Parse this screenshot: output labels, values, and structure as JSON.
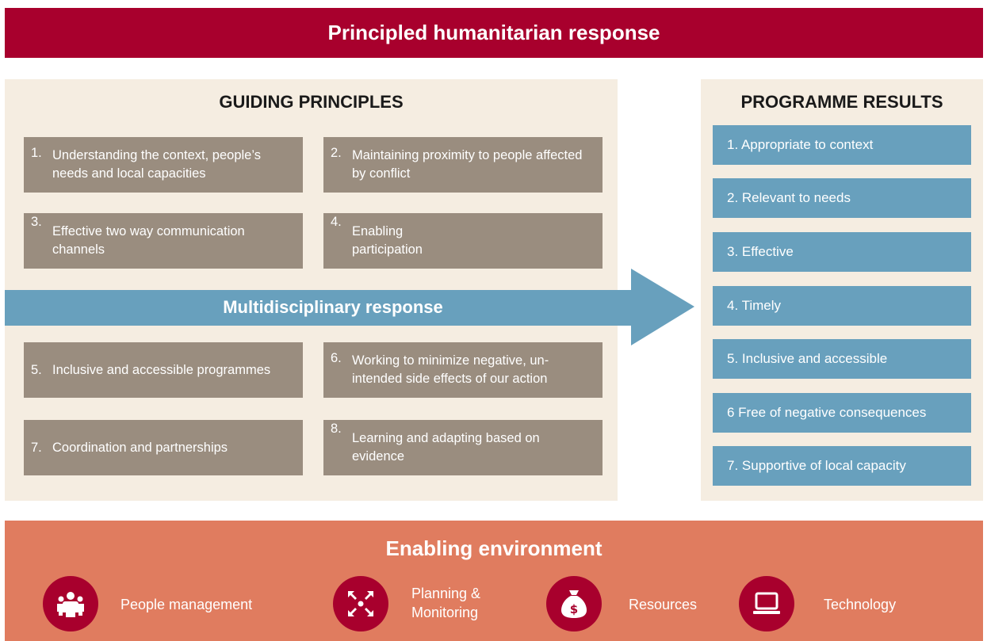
{
  "title": "Principled humanitarian response",
  "guiding_principles": {
    "heading": "GUIDING PRINCIPLES",
    "items": [
      {
        "num": "1.",
        "text": "Understanding the context, people’s needs and local capacities"
      },
      {
        "num": "2.",
        "text": "Maintaining proximity to people affected by conflict"
      },
      {
        "num": "3.",
        "text": "Effective two way communication channels"
      },
      {
        "num": "4.",
        "text": "Enabling participation"
      },
      {
        "num": "5.",
        "text": "Inclusive and accessible programmes"
      },
      {
        "num": "6.",
        "text": "Working to minimize negative, un-intended side effects of our action"
      },
      {
        "num": "7.",
        "text": "Coordination and partnerships"
      },
      {
        "num": "8.",
        "text": "Learning and adapting based on evidence"
      }
    ]
  },
  "arrow": {
    "label": "Multidisciplinary response"
  },
  "programme_results": {
    "heading": "PROGRAMME RESULTS",
    "items": [
      "1. Appropriate to context",
      "2. Relevant to needs",
      "3. Effective",
      "4. Timely",
      "5. Inclusive and accessible",
      "6 Free of negative consequences",
      "7. Supportive of local capacity"
    ]
  },
  "enabling_environment": {
    "heading": "Enabling environment",
    "items": [
      {
        "icon": "people-group-icon",
        "label": "People management"
      },
      {
        "icon": "arrows-converge-icon",
        "label": "Planning & Monitoring"
      },
      {
        "icon": "money-bag-icon",
        "label": "Resources"
      },
      {
        "icon": "laptop-icon",
        "label": "Technology"
      }
    ]
  },
  "colors": {
    "title_bar": "#a8002d",
    "panel_bg": "#f5ede1",
    "principle_box": "#9a8d7f",
    "result_box": "#68a0bd",
    "arrow": "#68a0bd",
    "env_bar": "#e07c5f",
    "env_icon_circle": "#a8002d"
  }
}
